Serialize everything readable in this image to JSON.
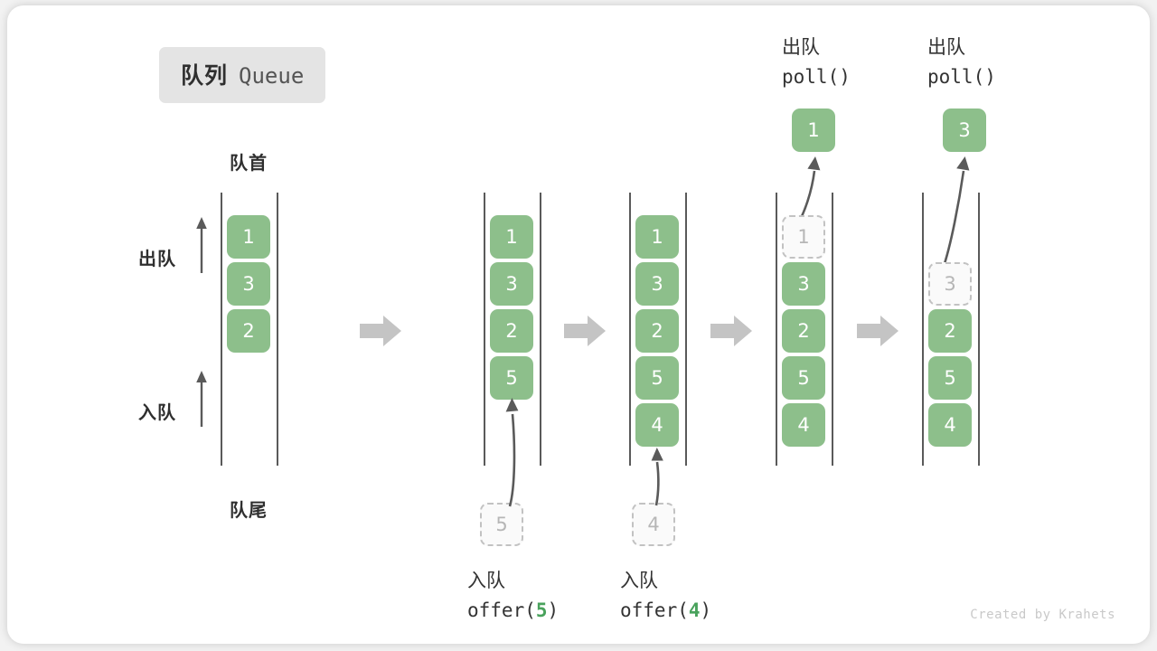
{
  "title": {
    "cn": "队列",
    "en": "Queue"
  },
  "labels": {
    "head": "队首",
    "tail": "队尾",
    "dequeue": "出队",
    "enqueue": "入队"
  },
  "colors": {
    "node_fill": "#8dbf8b",
    "node_text": "#ffffff",
    "ghost_fill": "#fafafa",
    "ghost_border": "#c2c2c2",
    "ghost_text": "#b6b6b6",
    "rail": "#5a5a5a",
    "arrow": "#5a5a5a",
    "sep_arrow": "#c4c4c4",
    "badge_bg": "#e4e4e4",
    "accent_green": "#49a25c",
    "text": "#2f2f2f",
    "watermark": "#c9c9c9"
  },
  "watermark": "Created by Krahets",
  "stages": [
    {
      "id": "initial",
      "nodes": [
        {
          "value": "1",
          "state": "filled"
        },
        {
          "value": "3",
          "state": "filled"
        },
        {
          "value": "2",
          "state": "filled"
        }
      ],
      "top_label": null,
      "top_node": null,
      "bottom_node": null,
      "bottom_label": null
    },
    {
      "id": "offer-5",
      "nodes": [
        {
          "value": "1",
          "state": "filled"
        },
        {
          "value": "3",
          "state": "filled"
        },
        {
          "value": "2",
          "state": "filled"
        },
        {
          "value": "5",
          "state": "filled"
        }
      ],
      "top_label": null,
      "top_node": null,
      "bottom_node": {
        "value": "5",
        "state": "ghost"
      },
      "bottom_label": {
        "cn": "入队",
        "fn": "offer(",
        "val": "5",
        "fn_end": ")"
      }
    },
    {
      "id": "offer-4",
      "nodes": [
        {
          "value": "1",
          "state": "filled"
        },
        {
          "value": "3",
          "state": "filled"
        },
        {
          "value": "2",
          "state": "filled"
        },
        {
          "value": "5",
          "state": "filled"
        },
        {
          "value": "4",
          "state": "filled"
        }
      ],
      "top_label": null,
      "top_node": null,
      "bottom_node": {
        "value": "4",
        "state": "ghost"
      },
      "bottom_label": {
        "cn": "入队",
        "fn": "offer(",
        "val": "4",
        "fn_end": ")"
      }
    },
    {
      "id": "poll-1",
      "nodes": [
        {
          "value": "1",
          "state": "ghost"
        },
        {
          "value": "3",
          "state": "filled"
        },
        {
          "value": "2",
          "state": "filled"
        },
        {
          "value": "5",
          "state": "filled"
        },
        {
          "value": "4",
          "state": "filled"
        }
      ],
      "top_label": {
        "cn": "出队",
        "fn": "poll()"
      },
      "top_node": {
        "value": "1",
        "state": "filled"
      },
      "bottom_node": null,
      "bottom_label": null
    },
    {
      "id": "poll-3",
      "nodes": [
        {
          "value": "",
          "state": "empty"
        },
        {
          "value": "3",
          "state": "ghost"
        },
        {
          "value": "2",
          "state": "filled"
        },
        {
          "value": "5",
          "state": "filled"
        },
        {
          "value": "4",
          "state": "filled"
        }
      ],
      "top_label": {
        "cn": "出队",
        "fn": "poll()"
      },
      "top_node": {
        "value": "3",
        "state": "filled"
      },
      "bottom_node": null,
      "bottom_label": null
    }
  ],
  "separators": [
    "arrow-right",
    "arrow-right",
    "arrow-right",
    "arrow-right"
  ]
}
